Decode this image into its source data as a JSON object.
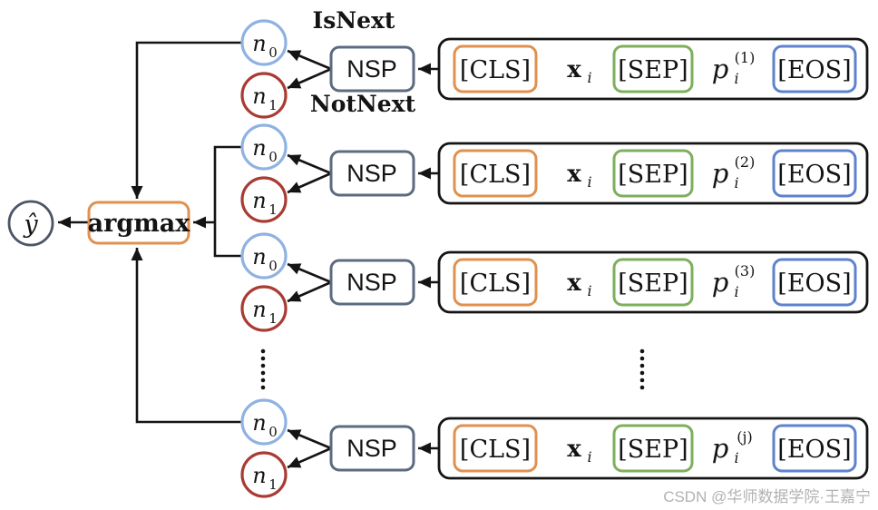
{
  "labels": {
    "is_next": "IsNext",
    "not_next": "NotNext"
  },
  "nodes": {
    "yhat": "ŷ",
    "argmax": "argmax",
    "nsp": "NSP",
    "n0": {
      "base": "n",
      "sub": "0"
    },
    "n1": {
      "base": "n",
      "sub": "1"
    }
  },
  "rows": [
    {
      "cls": "[CLS]",
      "x": {
        "base": "x",
        "sub": "i"
      },
      "sep": "[SEP]",
      "p": {
        "base": "p",
        "sub": "i",
        "sup": "(1)"
      },
      "eos": "[EOS]"
    },
    {
      "cls": "[CLS]",
      "x": {
        "base": "x",
        "sub": "i"
      },
      "sep": "[SEP]",
      "p": {
        "base": "p",
        "sub": "i",
        "sup": "(2)"
      },
      "eos": "[EOS]"
    },
    {
      "cls": "[CLS]",
      "x": {
        "base": "x",
        "sub": "i"
      },
      "sep": "[SEP]",
      "p": {
        "base": "p",
        "sub": "i",
        "sup": "(3)"
      },
      "eos": "[EOS]"
    },
    {
      "cls": "[CLS]",
      "x": {
        "base": "x",
        "sub": "i"
      },
      "sep": "[SEP]",
      "p": {
        "base": "p",
        "sub": "i",
        "sup": "(j)"
      },
      "eos": "[EOS]"
    }
  ],
  "colors": {
    "node_n0_border": "#8FB2E2",
    "node_n1_border": "#A93B32",
    "nsp_border": "#5C6B80",
    "yhat_border": "#4A5568",
    "argmax_border": "#E0914F",
    "cls_border": "#E0914F",
    "sep_border": "#7EAF5C",
    "eos_border": "#5E82CE",
    "line": "#141414"
  },
  "watermark": {
    "text": "CSDN @华师数据学院·王嘉宁"
  }
}
